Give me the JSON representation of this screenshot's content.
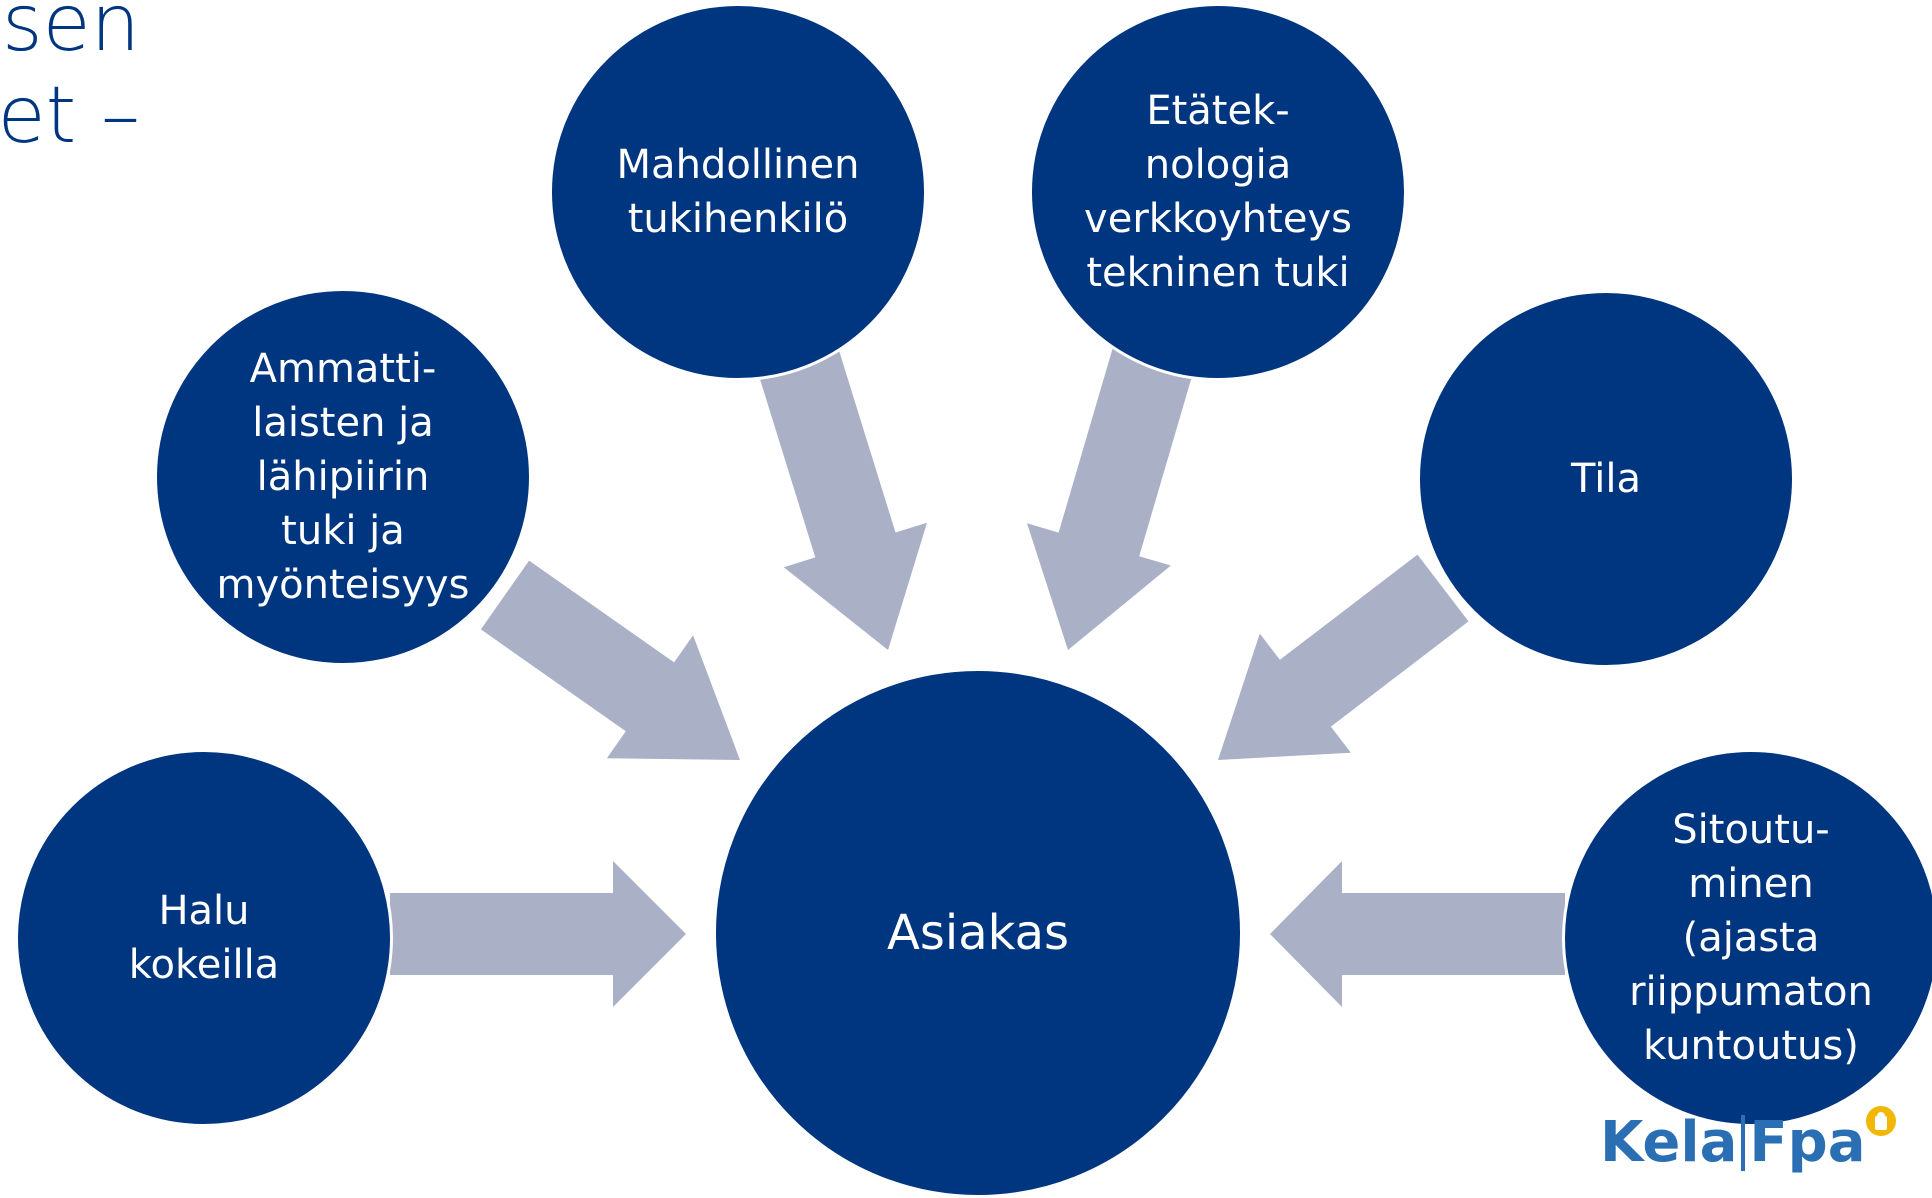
{
  "title": {
    "line1": "sen",
    "line2": "et –"
  },
  "center": {
    "label": "Asiakas"
  },
  "nodes": {
    "halu": "Halu\nkokeilla",
    "ammatti": "Ammatti-\nlaisten ja\nlähipiirin\ntuki ja\nmyönteisyys",
    "tukihenkilo": "Mahdollinen\ntukihenkilö",
    "etatek": "Etätek-\nnologia\nverkkoyhteys\ntekninen tuki",
    "tila": "Tila",
    "sitoutuminen": "Sitoutu-\nminen\n(ajasta\nriippumaton\nkuntoutus)"
  },
  "logo": {
    "left": "Kela",
    "right": "Fpa"
  },
  "colors": {
    "node": "#003580",
    "arrow": "#aab0c6",
    "logo": "#2a6fb3",
    "title": "#003580"
  }
}
